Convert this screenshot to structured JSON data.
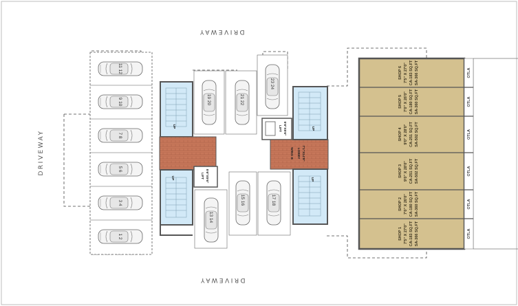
{
  "driveway": {
    "label": "DRIVEWAY"
  },
  "parking": {
    "left_column": [
      "11 12",
      "9 10",
      "7 8",
      "5 6",
      "3 4",
      "1 2"
    ],
    "top_row": [
      "19 20",
      "21 22",
      "23 24"
    ],
    "bottom_row": [
      "13 14",
      "15 16",
      "17 18"
    ]
  },
  "core": {
    "up_label": "UP",
    "lift_left": [
      "LIFT",
      "5'6\"X5'6\""
    ],
    "lift_right": [
      "LIFT",
      "5'6\"X5'6\""
    ],
    "lobby": [
      "LOBBY",
      "7'1\"X14'9\""
    ],
    "wing": "WING B"
  },
  "shops": [
    {
      "name": "SHOP 6",
      "size": "7'5\" X 27'0\"",
      "ca": "CA-183 SQ.FT",
      "sa": "SA-366 SQ.FT"
    },
    {
      "name": "SHOP 5",
      "size": "7'0\" X 26'0\"",
      "ca": "CA-180 SQ.FT",
      "sa": "SA-360 SQ.FT"
    },
    {
      "name": "SHOP 4",
      "size": "9'0\" X 28'0\"",
      "ca": "CA-251 SQ.FT",
      "sa": "SA-502 SQ.FT"
    },
    {
      "name": "SHOP 3",
      "size": "9'0\" X 28'0\"",
      "ca": "CA-251 SQ.FT",
      "sa": "SA-502 SQ.FT"
    },
    {
      "name": "SHOP 2",
      "size": "7'0\" X 26'0\"",
      "ca": "CA-180 SQ.FT",
      "sa": "SA-360 SQ.FT"
    },
    {
      "name": "SHOP 1",
      "size": "7'5\" X 27'0\"",
      "ca": "CA-183 SQ.FT",
      "sa": "SA-366 SQ.FT"
    }
  ],
  "otla_label": "OTLA",
  "colors": {
    "shop_fill": "#d4c18f",
    "stair_fill": "#d2e9f7",
    "lobby_fill": "#c7775a",
    "wall": "#555555"
  }
}
